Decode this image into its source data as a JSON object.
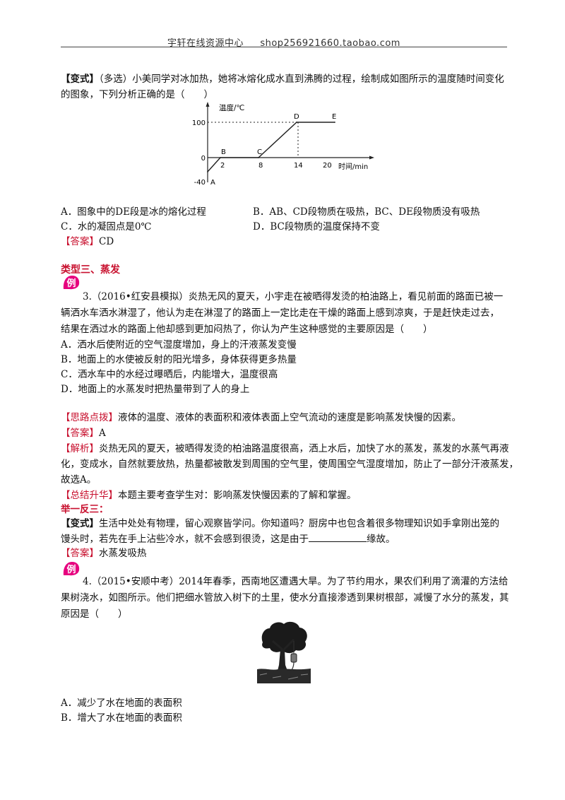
{
  "header": {
    "title": "宇轩在线资源中心",
    "shop": "shop256921660.taobao.com"
  },
  "variant1": {
    "tag": "【变式】",
    "stem_line1": "（多选）小美同学对冰加热，她将冰熔化成水直到沸腾的过程，绘制成如图所示的温度随时间变化",
    "stem_line2": "的图象，下列分析正确的是（　　）",
    "options": {
      "A": "A．图象中的DE段是冰的熔化过程",
      "B": "B．AB、CD段物质在吸热，BC、DE段物质没有吸热",
      "C": "C．水的凝固点是0℃",
      "D": "D．BC段物质的温度保持不变"
    },
    "answer_label": "【答案】",
    "answer_value": "CD"
  },
  "graph": {
    "y_axis_label": "温度/℃",
    "x_axis_label": "时间/min",
    "y_ticks": [
      "100",
      "0",
      "-40"
    ],
    "x_ticks": [
      "2",
      "8",
      "14",
      "20"
    ],
    "point_labels": [
      "A",
      "B",
      "C",
      "D",
      "E"
    ]
  },
  "chart_data": {
    "type": "line",
    "title": "",
    "xlabel": "时间/min",
    "ylabel": "温度/℃",
    "xlim": [
      0,
      23
    ],
    "ylim": [
      -40,
      120
    ],
    "series": [
      {
        "points": [
          [
            0,
            -40
          ],
          [
            2,
            0
          ],
          [
            8,
            0
          ],
          [
            14,
            100
          ],
          [
            20,
            100
          ]
        ]
      }
    ]
  },
  "section": {
    "title": "类型三、蒸发"
  },
  "badge": {
    "char": "例"
  },
  "example3": {
    "line1": "3.（2016•红安县模拟）炎热无风的夏天，小宇走在被晒得发烫的柏油路上，看见前面的路面已被一",
    "line2": "辆洒水车洒水淋湿了，他认为走在淋湿了的路面上一定比走在干燥的路面上感到凉爽，于是赶快走过去，",
    "line3": "结果在洒过水的路面上他却感到更加闷热了，你认为产生这种感觉的主要原因是（　　）",
    "options": {
      "A": "A．洒水后使附近的空气湿度增加，身上的汗液蒸发变慢",
      "B": "B．地面上的水使被反射的阳光增多，身体获得更多热量",
      "C": "C．洒水车中的水经过曝晒后，内能增大，温度很高",
      "D": "D．地面上的水蒸发时把热量带到了人的身上"
    },
    "hint_label": "【思路点拨】",
    "hint_text": "液体的温度、液体的表面积和液体表面上空气流动的速度是影响蒸发快慢的因素。",
    "answer_label": "【答案】",
    "answer_value": "A",
    "analysis_label": "【解析】",
    "analysis_line1": "炎热无风的夏天，被晒得发烫的柏油路温度很高，洒上水后，加快了水的蒸发，蒸发的水蒸气再液",
    "analysis_line2": "化，变成水，自然就要放热，热量都被散发到周围的空气里，使周围空气湿度增加，防止了一部分汗液蒸发，",
    "analysis_line3": "故选A。",
    "summary_label": "【总结升华】",
    "summary_text": "本题主要考查学生对：影响蒸发快慢因素的了解和掌握。"
  },
  "inference": {
    "title": "举一反三："
  },
  "variant2": {
    "tag": "【变式】",
    "line1": "生活中处处有物理，留心观察皆学问。你知道吗？厨房中也包含着很多物理知识如手拿刚出笼的",
    "line2_before": "馒头时，若先在手上沾些冷水，就不会感到很烫，这是由于",
    "line2_after": "缘故。",
    "answer_label": "【答案】",
    "answer_value": "水蒸发吸热"
  },
  "example4": {
    "line1": "4.（2015•安顺中考）2014年春季，西南地区遭遇大旱。为了节约用水，果农们利用了滴灌的方法给",
    "line2": "果树浇水，如图所示。他们把细水管放入树下的土里，使水分直接渗透到果树根部，减慢了水分的蒸发，其",
    "line3": "原因是（　　）",
    "options": {
      "A": "A．减少了水在地面的表面积",
      "B": "B．增大了水在地面的表面积"
    }
  },
  "colors": {
    "accent_red": "#c8102e",
    "badge_pink": "#e6007e",
    "text": "#111111"
  }
}
